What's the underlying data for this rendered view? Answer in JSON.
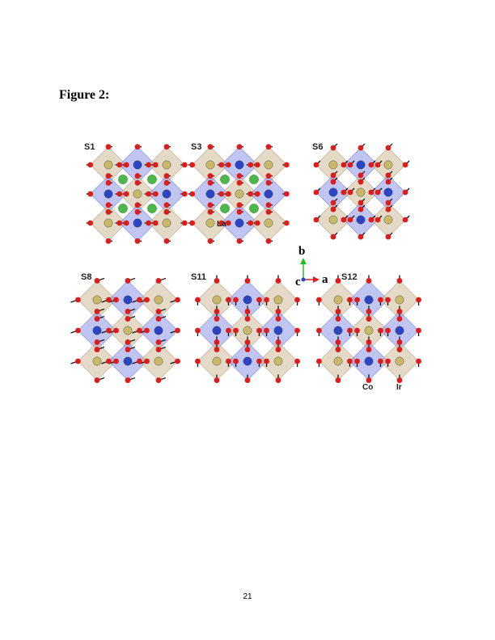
{
  "heading": "Figure 2:",
  "page_number": "21",
  "figure": {
    "panels": [
      {
        "label": "S1"
      },
      {
        "label": "S3"
      },
      {
        "label": "S6"
      },
      {
        "label": "S8"
      },
      {
        "label": "S11"
      },
      {
        "label": "S12"
      }
    ],
    "atom_labels": {
      "la": "La",
      "co": "Co",
      "ir": "Ir"
    },
    "axes": {
      "b": "b",
      "a": "a",
      "c": "c"
    },
    "colors": {
      "oxygen": "#dd1c1c",
      "co": "#2a46c4",
      "ir": "#c8b96a",
      "la": "#4cb84c",
      "co_octahedron": "#8d95e6",
      "ir_octahedron": "#cdbb99",
      "arrow": "#111111",
      "axis_b": "#22c022",
      "axis_a": "#dd2222"
    }
  }
}
